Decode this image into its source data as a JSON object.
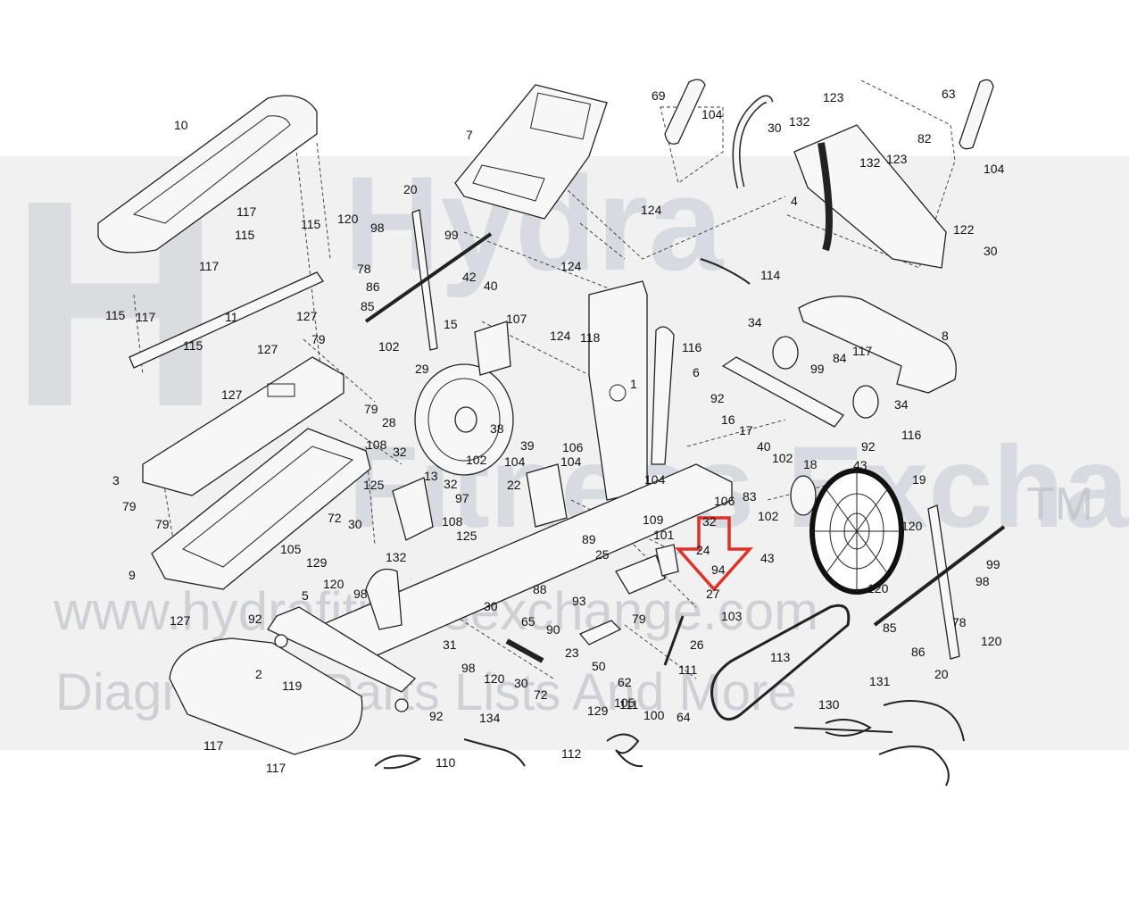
{
  "watermark": {
    "brand_top": "Hydra",
    "brand_bottom": "Fitness Exchange",
    "trademark": "TM",
    "url": "www.hydrafitnessexchange.com",
    "tagline": "Diagrams | Parts Lists And More"
  },
  "highlight": {
    "color": "#e0302a",
    "shape": "down-arrow"
  },
  "labels": [
    {
      "t": "10"
    },
    {
      "t": "7"
    },
    {
      "t": "69"
    },
    {
      "t": "104"
    },
    {
      "t": "30"
    },
    {
      "t": "132"
    },
    {
      "t": "123"
    },
    {
      "t": "63"
    },
    {
      "t": "82"
    },
    {
      "t": "104"
    },
    {
      "t": "132"
    },
    {
      "t": "123"
    },
    {
      "t": "4"
    },
    {
      "t": "122"
    },
    {
      "t": "30"
    },
    {
      "t": "124"
    },
    {
      "t": "124"
    },
    {
      "t": "114"
    },
    {
      "t": "20"
    },
    {
      "t": "120"
    },
    {
      "t": "98"
    },
    {
      "t": "99"
    },
    {
      "t": "117"
    },
    {
      "t": "115"
    },
    {
      "t": "117"
    },
    {
      "t": "115"
    },
    {
      "t": "117"
    },
    {
      "t": "78"
    },
    {
      "t": "42"
    },
    {
      "t": "40"
    },
    {
      "t": "86"
    },
    {
      "t": "85"
    },
    {
      "t": "15"
    },
    {
      "t": "107"
    },
    {
      "t": "124"
    },
    {
      "t": "118"
    },
    {
      "t": "34"
    },
    {
      "t": "8"
    },
    {
      "t": "115"
    },
    {
      "t": "11"
    },
    {
      "t": "127"
    },
    {
      "t": "79"
    },
    {
      "t": "127"
    },
    {
      "t": "115"
    },
    {
      "t": "102"
    },
    {
      "t": "29"
    },
    {
      "t": "116"
    },
    {
      "t": "117"
    },
    {
      "t": "84"
    },
    {
      "t": "6"
    },
    {
      "t": "99"
    },
    {
      "t": "1"
    },
    {
      "t": "92"
    },
    {
      "t": "34"
    },
    {
      "t": "127"
    },
    {
      "t": "79"
    },
    {
      "t": "28"
    },
    {
      "t": "38"
    },
    {
      "t": "16"
    },
    {
      "t": "17"
    },
    {
      "t": "116"
    },
    {
      "t": "39"
    },
    {
      "t": "106"
    },
    {
      "t": "92"
    },
    {
      "t": "108"
    },
    {
      "t": "32"
    },
    {
      "t": "102"
    },
    {
      "t": "104"
    },
    {
      "t": "104"
    },
    {
      "t": "40"
    },
    {
      "t": "102"
    },
    {
      "t": "43"
    },
    {
      "t": "3"
    },
    {
      "t": "125"
    },
    {
      "t": "13"
    },
    {
      "t": "22"
    },
    {
      "t": "104"
    },
    {
      "t": "18"
    },
    {
      "t": "19"
    },
    {
      "t": "79"
    },
    {
      "t": "32"
    },
    {
      "t": "97"
    },
    {
      "t": "106"
    },
    {
      "t": "83"
    },
    {
      "t": "102"
    },
    {
      "t": "79"
    },
    {
      "t": "72"
    },
    {
      "t": "30"
    },
    {
      "t": "108"
    },
    {
      "t": "125"
    },
    {
      "t": "109"
    },
    {
      "t": "101"
    },
    {
      "t": "32"
    },
    {
      "t": "120"
    },
    {
      "t": "105"
    },
    {
      "t": "129"
    },
    {
      "t": "89"
    },
    {
      "t": "24"
    },
    {
      "t": "43"
    },
    {
      "t": "99"
    },
    {
      "t": "9"
    },
    {
      "t": "132"
    },
    {
      "t": "120"
    },
    {
      "t": "98"
    },
    {
      "t": "25"
    },
    {
      "t": "94"
    },
    {
      "t": "120"
    },
    {
      "t": "88"
    },
    {
      "t": "27"
    },
    {
      "t": "98"
    },
    {
      "t": "127"
    },
    {
      "t": "5"
    },
    {
      "t": "93"
    },
    {
      "t": "30"
    },
    {
      "t": "103"
    },
    {
      "t": "78"
    },
    {
      "t": "92"
    },
    {
      "t": "90"
    },
    {
      "t": "65"
    },
    {
      "t": "79"
    },
    {
      "t": "85"
    },
    {
      "t": "86"
    },
    {
      "t": "120"
    },
    {
      "t": "31"
    },
    {
      "t": "23"
    },
    {
      "t": "26"
    },
    {
      "t": "98"
    },
    {
      "t": "50"
    },
    {
      "t": "113"
    },
    {
      "t": "20"
    },
    {
      "t": "2"
    },
    {
      "t": "119"
    },
    {
      "t": "120"
    },
    {
      "t": "111"
    },
    {
      "t": "30"
    },
    {
      "t": "72"
    },
    {
      "t": "62"
    },
    {
      "t": "129"
    },
    {
      "t": "105"
    },
    {
      "t": "111"
    },
    {
      "t": "100"
    },
    {
      "t": "64"
    },
    {
      "t": "131"
    },
    {
      "t": "92"
    },
    {
      "t": "134"
    },
    {
      "t": "130"
    },
    {
      "t": "117"
    },
    {
      "t": "112"
    },
    {
      "t": "110"
    },
    {
      "t": "117"
    }
  ]
}
